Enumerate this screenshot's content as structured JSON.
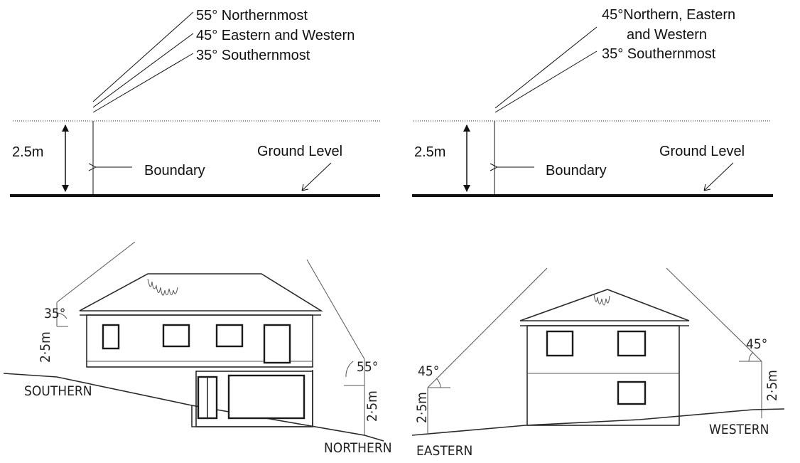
{
  "left_diagram": {
    "angle_labels": [
      "55° Northernmost",
      "45° Eastern and Western",
      "35° Southernmost"
    ],
    "height_label": "2.5m",
    "boundary_label": "Boundary",
    "ground_label": "Ground Level"
  },
  "right_diagram": {
    "angle_labels": [
      "45°Northern, Eastern",
      "and Western",
      "35° Southernmost"
    ],
    "height_label": "2.5m",
    "boundary_label": "Boundary",
    "ground_label": "Ground Level"
  },
  "left_sketch": {
    "angle_left": "35°",
    "height_left": "2·5m",
    "side_left": "SOUTHERN",
    "angle_right": "55°",
    "height_right": "2·5m",
    "side_right": "NORTHERN"
  },
  "right_sketch": {
    "angle_left": "45°",
    "height_left": "2·5m",
    "side_left": "EASTERN",
    "angle_right": "45°",
    "height_right": "2·5m",
    "side_right": "WESTERN"
  }
}
